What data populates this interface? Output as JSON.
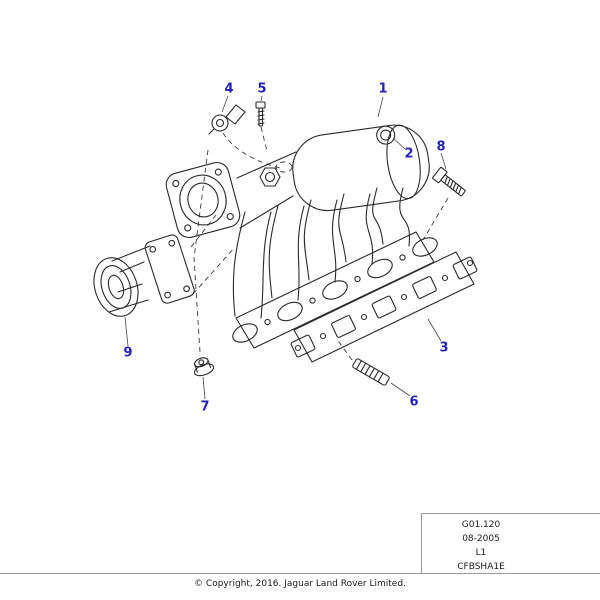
{
  "diagram": {
    "callouts": [
      {
        "label": "1"
      },
      {
        "label": "2"
      },
      {
        "label": "3"
      },
      {
        "label": "4"
      },
      {
        "label": "5"
      },
      {
        "label": "6"
      },
      {
        "label": "7"
      },
      {
        "label": "8"
      },
      {
        "label": "9"
      }
    ],
    "colors": {
      "callout": "#2222bb",
      "line": "#2a2a2a",
      "background": "#ffffff"
    }
  },
  "ref_block": {
    "lines": [
      "G01.120",
      "08-2005",
      "L1",
      "CFBSHA1E"
    ]
  },
  "footer": {
    "copyright": "© Copyright, 2016. Jaguar Land Rover Limited."
  }
}
